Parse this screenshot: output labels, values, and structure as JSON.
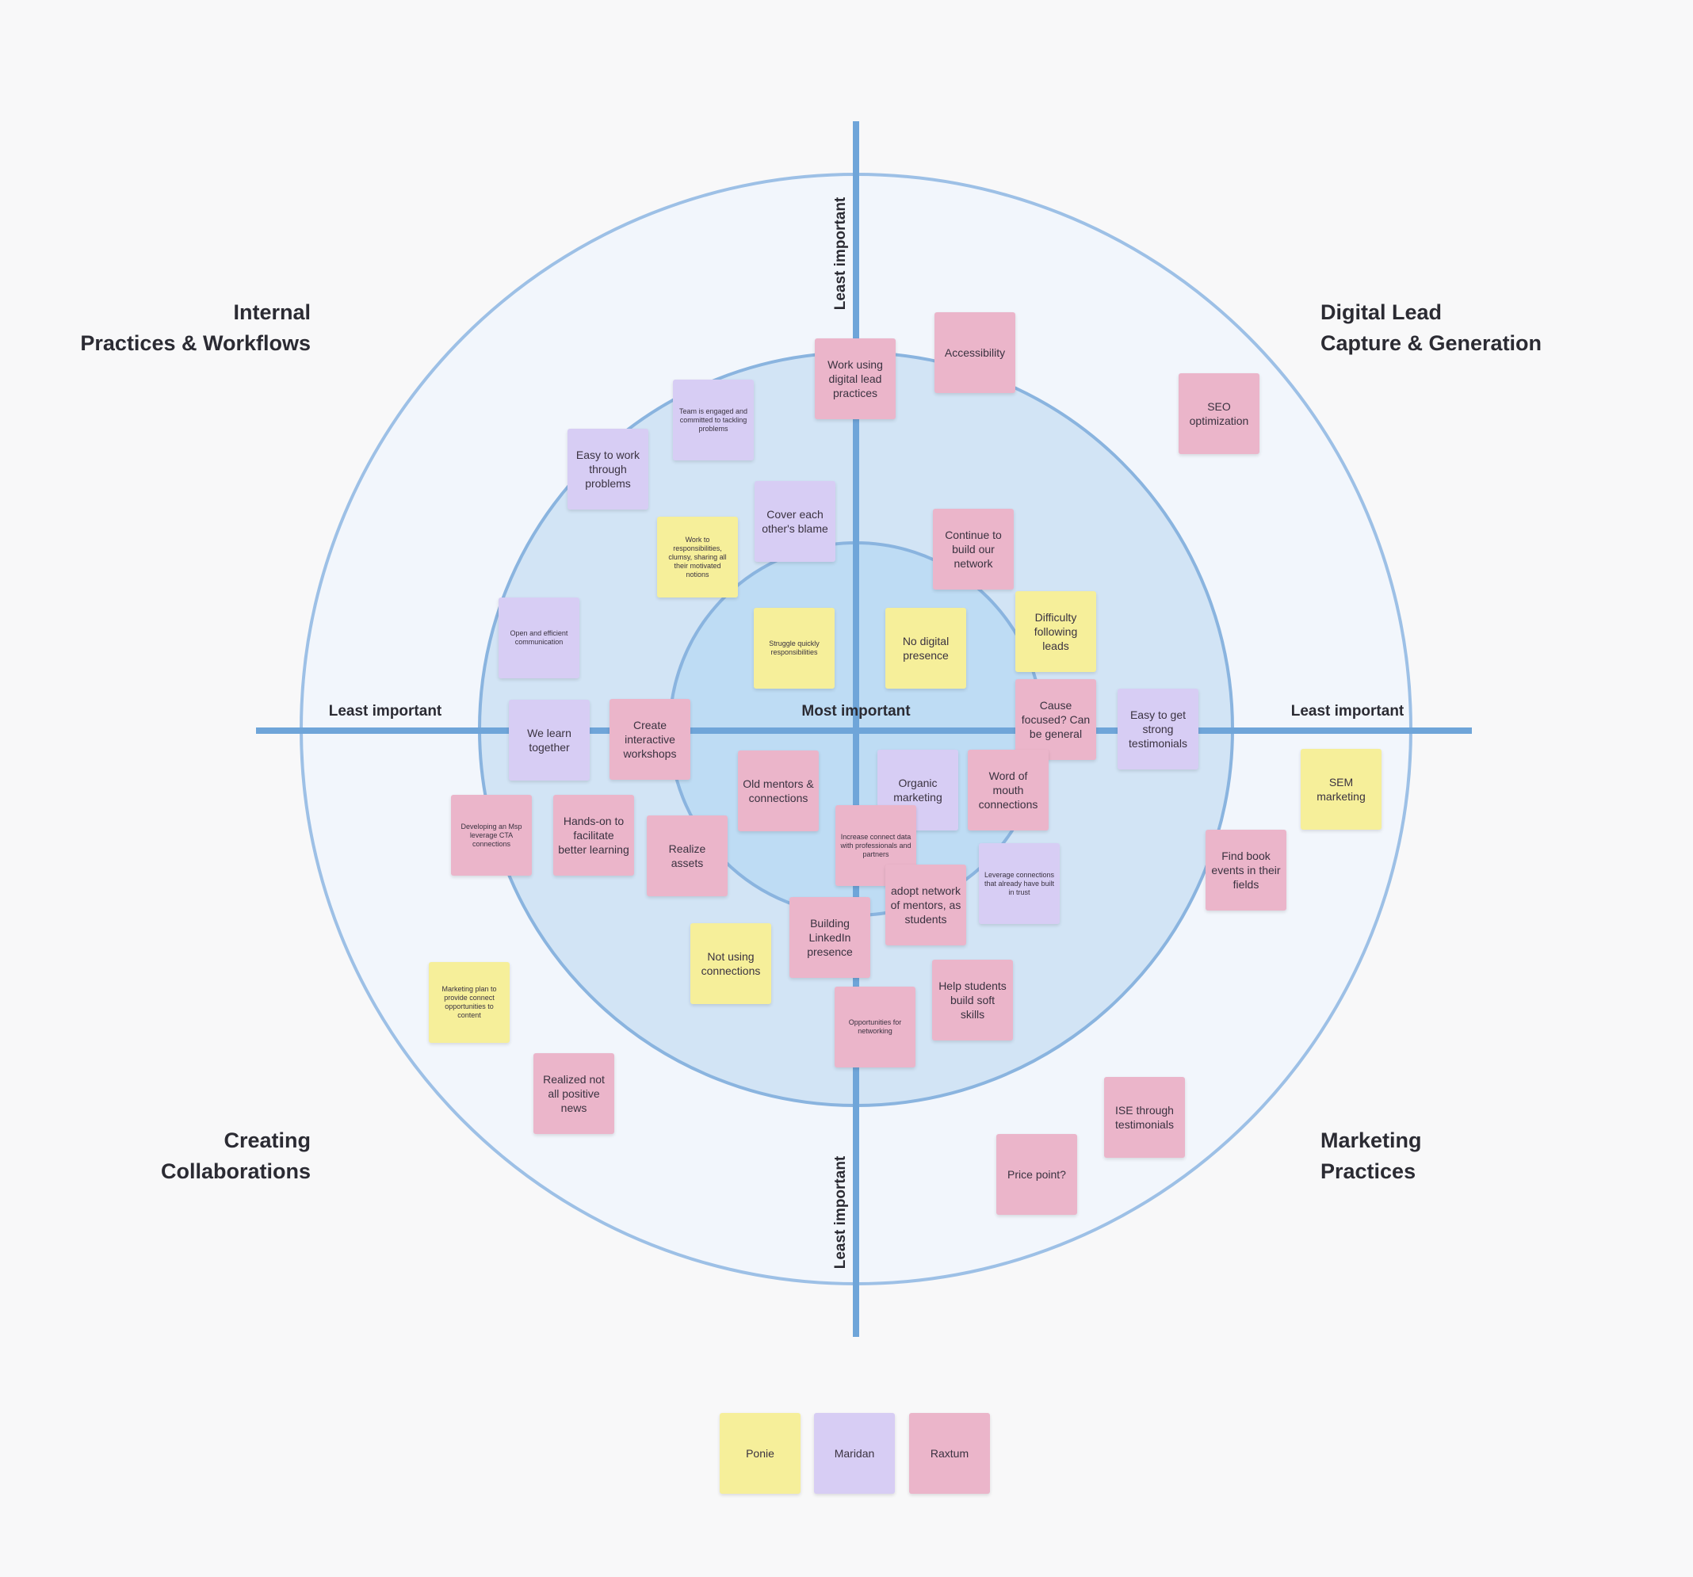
{
  "colors": {
    "yellow": "#f6ef9a",
    "purple": "#d7cdf4",
    "pink": "#ebb5ca",
    "axis": "#6fa5d9",
    "ring_outer": "#f2f6fc",
    "ring_middle": "#d2e4f5",
    "ring_inner": "#bedcf4"
  },
  "quadrants": {
    "top_left": "Internal\nPractices & Workflows",
    "top_right": "Digital Lead\nCapture & Generation",
    "bottom_left": "Creating\nCollaborations",
    "bottom_right": "Marketing\nPractices"
  },
  "axis": {
    "top": "Least important",
    "bottom": "Least important",
    "left": "Least important",
    "right": "Least important",
    "center": "Most important"
  },
  "notes": [
    {
      "text": "Work using digital lead practices",
      "color": "pink"
    },
    {
      "text": "Accessibility",
      "color": "pink"
    },
    {
      "text": "SEO optimization",
      "color": "pink"
    },
    {
      "text": "Team is engaged and committed to tackling problems",
      "color": "purple",
      "small": true
    },
    {
      "text": "Easy to work through problems",
      "color": "purple"
    },
    {
      "text": "Cover each other's blame",
      "color": "purple"
    },
    {
      "text": "Work to responsibilities, clumsy, sharing all their motivated notions",
      "color": "yellow",
      "small": true
    },
    {
      "text": "Continue to build our network",
      "color": "pink"
    },
    {
      "text": "Open and efficient communication",
      "color": "purple",
      "small": true
    },
    {
      "text": "Struggle quickly responsibilities",
      "color": "yellow",
      "small": true
    },
    {
      "text": "No digital presence",
      "color": "yellow"
    },
    {
      "text": "Difficulty following leads",
      "color": "yellow"
    },
    {
      "text": "Cause focused? Can be general",
      "color": "pink"
    },
    {
      "text": "Easy to get strong testimonials",
      "color": "purple"
    },
    {
      "text": "SEM marketing",
      "color": "yellow"
    },
    {
      "text": "We learn together",
      "color": "purple"
    },
    {
      "text": "Create interactive workshops",
      "color": "pink"
    },
    {
      "text": "Old mentors & connections",
      "color": "pink"
    },
    {
      "text": "Organic marketing",
      "color": "purple"
    },
    {
      "text": "Word of mouth connections",
      "color": "pink"
    },
    {
      "text": "Developing an Msp leverage CTA connections",
      "color": "pink",
      "small": true
    },
    {
      "text": "Hands-on to facilitate better learning",
      "color": "pink"
    },
    {
      "text": "Realize assets",
      "color": "pink"
    },
    {
      "text": "Increase connect data with professionals and partners",
      "color": "pink",
      "small": true
    },
    {
      "text": "Leverage connections that already have built in trust",
      "color": "purple",
      "small": true
    },
    {
      "text": "Find book events in their fields",
      "color": "pink"
    },
    {
      "text": "adopt network of mentors, as students",
      "color": "pink"
    },
    {
      "text": "Building LinkedIn presence",
      "color": "pink"
    },
    {
      "text": "Not using connections",
      "color": "yellow"
    },
    {
      "text": "Help students build soft skills",
      "color": "pink"
    },
    {
      "text": "Opportunities for networking",
      "color": "pink",
      "small": true
    },
    {
      "text": "Marketing plan to provide connect opportunities to content",
      "color": "yellow",
      "small": true
    },
    {
      "text": "Realized not all positive news",
      "color": "pink"
    },
    {
      "text": "ISE through testimonials",
      "color": "pink"
    },
    {
      "text": "Price point?",
      "color": "pink"
    }
  ],
  "legend": [
    {
      "label": "Ponie",
      "color": "yellow"
    },
    {
      "label": "Maridan",
      "color": "purple"
    },
    {
      "label": "Raxtum",
      "color": "pink"
    }
  ]
}
